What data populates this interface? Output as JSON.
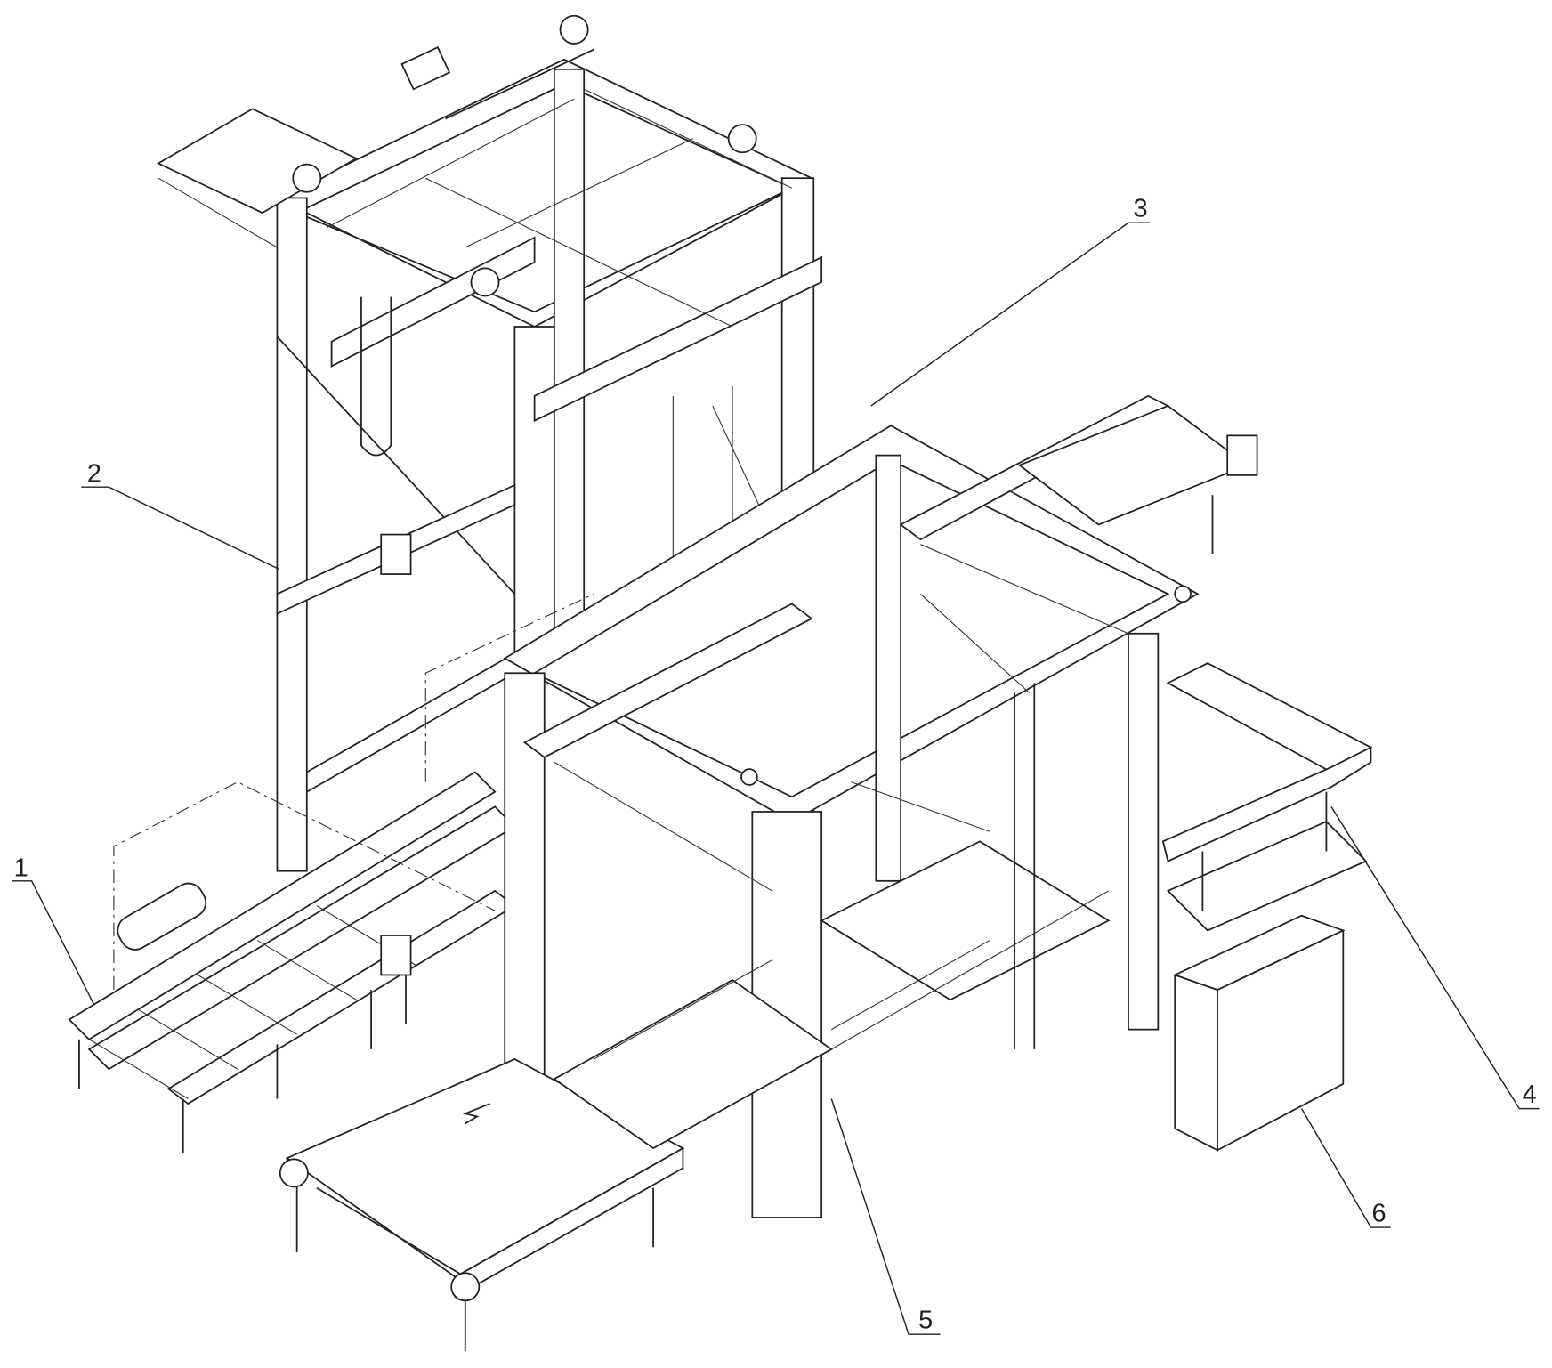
{
  "figure": {
    "labels": [
      {
        "id": "1",
        "text": "1"
      },
      {
        "id": "2",
        "text": "2"
      },
      {
        "id": "3",
        "text": "3"
      },
      {
        "id": "4",
        "text": "4"
      },
      {
        "id": "5",
        "text": "5"
      },
      {
        "id": "6",
        "text": "6"
      }
    ],
    "line_color": "#222222",
    "background": "#ffffff"
  }
}
